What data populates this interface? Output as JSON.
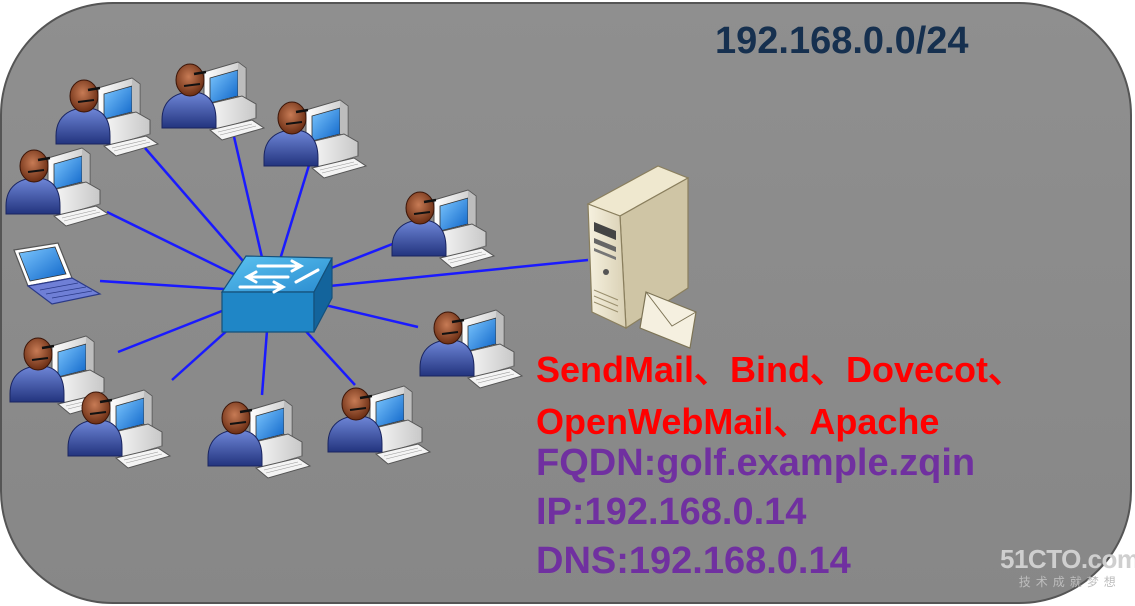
{
  "network": {
    "cidr": "192.168.0.0/24"
  },
  "server": {
    "services_line_1": "SendMail、Bind、Dovecot、",
    "services_line_2": "OpenWebMail、Apache",
    "fqdn": "FQDN:golf.example.zqin",
    "ip": "IP:192.168.0.14",
    "dns": "DNS:192.168.0.14"
  },
  "watermark": {
    "logo": "51CTO.com",
    "tagline": "技术成就梦想"
  },
  "colors": {
    "panel": "#8c8c8c",
    "link": "#1a1aff",
    "network_label": "#16304f",
    "services_text": "#ff0000",
    "info_text": "#7030a0",
    "switch": "#2e8fc8"
  },
  "icons": [
    "user-workstation-icon",
    "laptop-icon",
    "network-switch-icon",
    "mail-server-icon",
    "envelope-icon"
  ]
}
